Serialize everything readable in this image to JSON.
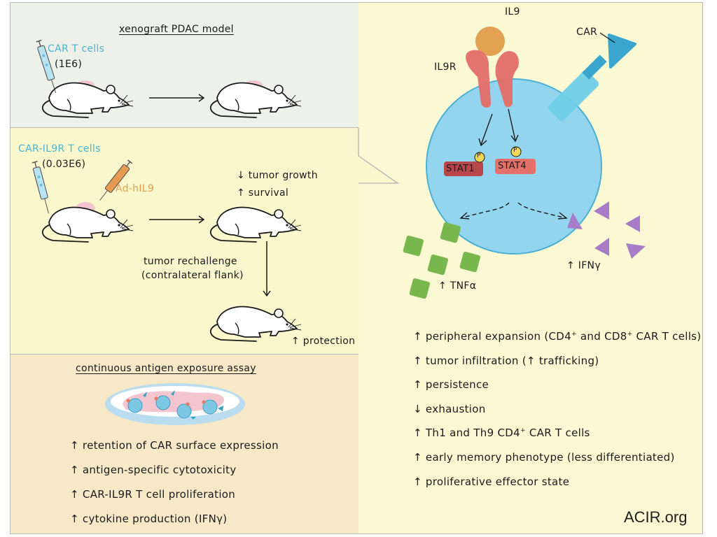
{
  "panels": {
    "xenograft": {
      "title": "xenograft PDAC model",
      "cells_label": "CAR  T cells",
      "dose": "(1E6)"
    },
    "il9r": {
      "cells_label": "CAR-IL9R  T cells",
      "dose": "(0.03E6)",
      "injection_label": "Ad-hIL9",
      "outcome_1": "↓ tumor growth",
      "outcome_2": "↑ survival",
      "rechallenge_line1": "tumor rechallenge",
      "rechallenge_line2": "(contralateral flank)",
      "rechallenge_outcome": "↑ protection"
    },
    "assay": {
      "title": "continuous antigen exposure assay",
      "results": [
        "↑ retention of CAR surface expression",
        "↑ antigen-specific cytotoxicity",
        "↑ CAR-IL9R  T cell proliferation",
        "↑ cytokine production (IFNγ)"
      ]
    },
    "mechanism": {
      "ligand_label": "IL9",
      "receptor_label": "IL9R",
      "car_label": "CAR",
      "stat1_label": "STAT1",
      "stat4_label": "STAT4",
      "phospho_label": "P",
      "tnf_label": "↑ TNFα",
      "ifn_label": "↑ IFNγ",
      "outcomes": {
        "o1_pre": "↑ peripheral expansion (CD4",
        "o1_sup1": "+",
        "o1_mid": " and CD8",
        "o1_sup2": "+",
        "o1_post": " CAR T cells)",
        "o2": "↑ tumor  infiltration (↑ trafficking)",
        "o3": "↑ persistence",
        "o4": "↓ exhaustion",
        "o5_pre": "↑ Th1 and Th9 CD4",
        "o5_sup": "+",
        "o5_post": " CAR T cells",
        "o6": "↑ early memory phenotype  (less differentiated)",
        "o7": "↑ proliferative  effector state"
      }
    }
  },
  "watermark": "ACIR.org",
  "colors": {
    "car_blue": "#4cb3cf",
    "il9_orange": "#e39b52",
    "receptor_red": "#e4706a",
    "stat1_dark": "#b8474a",
    "cell_blue": "#8fd3ec",
    "tnf_green": "#78b74d",
    "ifn_purple": "#a77cc8",
    "phospho_yellow": "#f5d75a"
  }
}
